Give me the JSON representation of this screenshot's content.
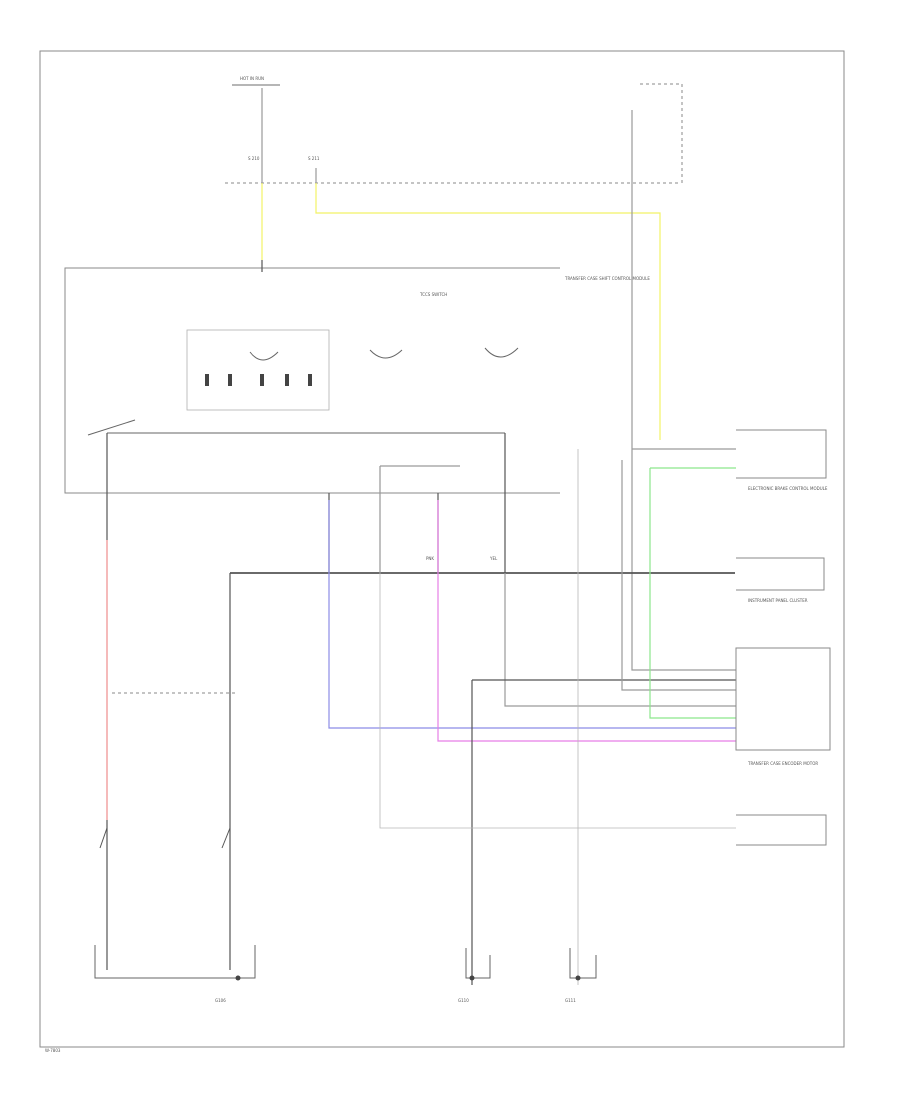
{
  "colors": {
    "background": "#ffffff",
    "frame": "#8a8a8a",
    "wire_gray": "#9a9a9a",
    "wire_dark": "#555555",
    "wire_yellow": "#f2f266",
    "wire_red": "#ee8c8c",
    "wire_blue": "#8c8ce6",
    "wire_magenta": "#e67ee6",
    "wire_green": "#8ce68c"
  },
  "labels": {
    "top_fuse": "HOT IN RUN",
    "splice_a": "S 210",
    "splice_b": "S 211",
    "wire_c": "PNK",
    "wire_d": "YEL",
    "module_main": "TRANSFER CASE SHIFT CONTROL MODULE",
    "mode_switch": "TCCS SWITCH",
    "module_right_a": "ELECTRONIC BRAKE CONTROL MODULE",
    "module_right_b": "INSTRUMENT PANEL CLUSTER",
    "module_right_c": "TRANSFER CASE ENCODER MOTOR",
    "ground_a": "G106",
    "ground_b": "G110",
    "ground_c": "G111",
    "footer": "W-7803"
  }
}
